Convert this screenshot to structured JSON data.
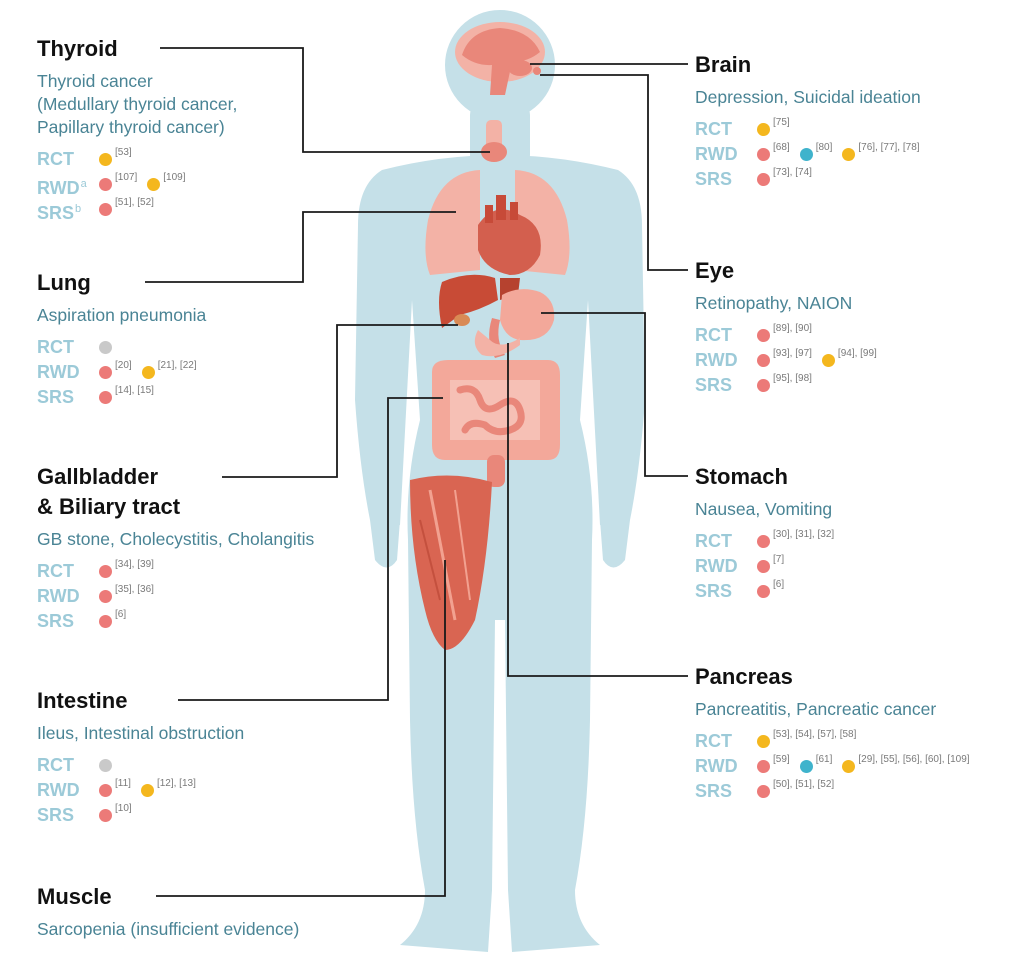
{
  "colors": {
    "evidence_red": "#ec7a78",
    "evidence_yellow": "#f4b71e",
    "evidence_blue": "#3fb3cc",
    "evidence_gray": "#c9c9c9",
    "body_silhouette": "#c5e0e8",
    "title": "#111111",
    "description": "#4a8495",
    "evidence_label": "#9ccad8",
    "connector_line": "#1a1a1a"
  },
  "icons": [
    "human-body-silhouette",
    "brain-icon",
    "thyroid-icon",
    "lungs-icon",
    "heart-icon",
    "liver-icon",
    "gallbladder-icon",
    "stomach-icon",
    "pancreas-icon",
    "intestine-icon",
    "thigh-muscle-icon"
  ],
  "organs": [
    {
      "title": "Thyroid",
      "description_lines": [
        "Thyroid cancer",
        "(Medullary thyroid cancer,",
        "Papillary thyroid cancer)"
      ],
      "evidence": [
        {
          "label": "RCT",
          "sup": "",
          "marks": [
            {
              "color": "yellow",
              "refs": "[53]"
            }
          ]
        },
        {
          "label": "RWD",
          "sup": "a",
          "marks": [
            {
              "color": "red",
              "refs": "[107]"
            },
            {
              "color": "yellow",
              "refs": "[109]"
            }
          ]
        },
        {
          "label": "SRS",
          "sup": "b",
          "marks": [
            {
              "color": "red",
              "refs": "[51], [52]"
            }
          ]
        }
      ]
    },
    {
      "title": "Lung",
      "description_lines": [
        "Aspiration pneumonia"
      ],
      "evidence": [
        {
          "label": "RCT",
          "sup": "",
          "marks": [
            {
              "color": "gray",
              "refs": ""
            }
          ]
        },
        {
          "label": "RWD",
          "sup": "",
          "marks": [
            {
              "color": "red",
              "refs": "[20]"
            },
            {
              "color": "yellow",
              "refs": "[21], [22]"
            }
          ]
        },
        {
          "label": "SRS",
          "sup": "",
          "marks": [
            {
              "color": "red",
              "refs": "[14], [15]"
            }
          ]
        }
      ]
    },
    {
      "title": "Gallbladder\n& Biliary tract",
      "description_lines": [
        "GB stone, Cholecystitis, Cholangitis"
      ],
      "evidence": [
        {
          "label": "RCT",
          "sup": "",
          "marks": [
            {
              "color": "red",
              "refs": "[34], [39]"
            }
          ]
        },
        {
          "label": "RWD",
          "sup": "",
          "marks": [
            {
              "color": "red",
              "refs": "[35], [36]"
            }
          ]
        },
        {
          "label": "SRS",
          "sup": "",
          "marks": [
            {
              "color": "red",
              "refs": "[6]"
            }
          ]
        }
      ]
    },
    {
      "title": "Intestine",
      "description_lines": [
        "Ileus, Intestinal obstruction"
      ],
      "evidence": [
        {
          "label": "RCT",
          "sup": "",
          "marks": [
            {
              "color": "gray",
              "refs": ""
            }
          ]
        },
        {
          "label": "RWD",
          "sup": "",
          "marks": [
            {
              "color": "red",
              "refs": "[11]"
            },
            {
              "color": "yellow",
              "refs": "[12], [13]"
            }
          ]
        },
        {
          "label": "SRS",
          "sup": "",
          "marks": [
            {
              "color": "red",
              "refs": "[10]"
            }
          ]
        }
      ]
    },
    {
      "title": "Muscle",
      "description_lines": [
        "Sarcopenia (insufficient evidence)"
      ],
      "evidence": []
    },
    {
      "title": "Brain",
      "description_lines": [
        "Depression, Suicidal ideation"
      ],
      "evidence": [
        {
          "label": "RCT",
          "sup": "",
          "marks": [
            {
              "color": "yellow",
              "refs": "[75]"
            }
          ]
        },
        {
          "label": "RWD",
          "sup": "",
          "marks": [
            {
              "color": "red",
              "refs": "[68]"
            },
            {
              "color": "blue",
              "refs": "[80]"
            },
            {
              "color": "yellow",
              "refs": "[76], [77], [78]"
            }
          ]
        },
        {
          "label": "SRS",
          "sup": "",
          "marks": [
            {
              "color": "red",
              "refs": "[73], [74]"
            }
          ]
        }
      ]
    },
    {
      "title": "Eye",
      "description_lines": [
        "Retinopathy, NAION"
      ],
      "evidence": [
        {
          "label": "RCT",
          "sup": "",
          "marks": [
            {
              "color": "red",
              "refs": "[89], [90]"
            }
          ]
        },
        {
          "label": "RWD",
          "sup": "",
          "marks": [
            {
              "color": "red",
              "refs": "[93], [97]"
            },
            {
              "color": "yellow",
              "refs": "[94], [99]"
            }
          ]
        },
        {
          "label": "SRS",
          "sup": "",
          "marks": [
            {
              "color": "red",
              "refs": "[95], [98]"
            }
          ]
        }
      ]
    },
    {
      "title": "Stomach",
      "description_lines": [
        "Nausea, Vomiting"
      ],
      "evidence": [
        {
          "label": "RCT",
          "sup": "",
          "marks": [
            {
              "color": "red",
              "refs": "[30], [31], [32]"
            }
          ]
        },
        {
          "label": "RWD",
          "sup": "",
          "marks": [
            {
              "color": "red",
              "refs": "[7]"
            }
          ]
        },
        {
          "label": "SRS",
          "sup": "",
          "marks": [
            {
              "color": "red",
              "refs": "[6]"
            }
          ]
        }
      ]
    },
    {
      "title": "Pancreas",
      "description_lines": [
        "Pancreatitis, Pancreatic cancer"
      ],
      "evidence": [
        {
          "label": "RCT",
          "sup": "",
          "marks": [
            {
              "color": "yellow",
              "refs": "[53], [54], [57], [58]"
            }
          ]
        },
        {
          "label": "RWD",
          "sup": "",
          "marks": [
            {
              "color": "red",
              "refs": "[59]"
            },
            {
              "color": "blue",
              "refs": "[61]"
            },
            {
              "color": "yellow",
              "refs": "[29], [55], [56], [60], [109]"
            }
          ]
        },
        {
          "label": "SRS",
          "sup": "",
          "marks": [
            {
              "color": "red",
              "refs": "[50], [51], [52]"
            }
          ]
        }
      ]
    }
  ]
}
